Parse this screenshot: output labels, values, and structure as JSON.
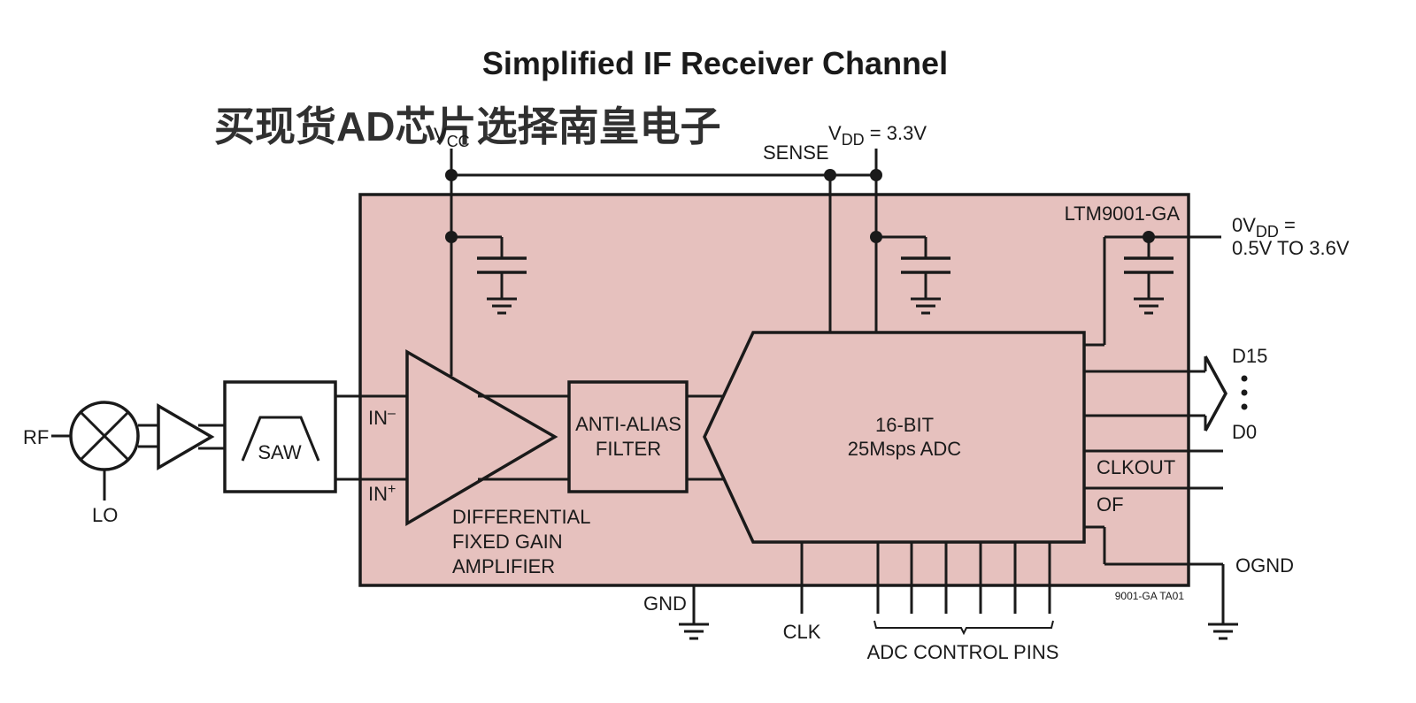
{
  "title": "Simplified IF Receiver Channel",
  "watermark": "买现货AD芯片选择南皇电子",
  "colors": {
    "module_fill": "#e6c1be",
    "watermark": "#f47c7c",
    "ink": "#1a1a1a",
    "background": "#ffffff"
  },
  "labels": {
    "vcc": {
      "main": "V",
      "sub": "CC"
    },
    "vdd": {
      "main": "V",
      "sub": "DD",
      "rest": " = 3.3V"
    },
    "sense": "SENSE",
    "ovdd": {
      "pre": "0V",
      "sub": "DD",
      "post": " =",
      "line2": "0.5V TO 3.6V"
    },
    "module_name": "LTM9001-GA",
    "rf": "RF",
    "lo": "LO",
    "saw": "SAW",
    "in_minus": {
      "main": "IN",
      "sup": "–"
    },
    "in_plus": {
      "main": "IN",
      "sup": "+"
    },
    "amplifier": [
      "DIFFERENTIAL",
      "FIXED GAIN",
      "AMPLIFIER"
    ],
    "filter": [
      "ANTI-ALIAS",
      "FILTER"
    ],
    "adc": [
      "16-BIT",
      "25Msps ADC"
    ],
    "d15": "D15",
    "d0": "D0",
    "clkout": "CLKOUT",
    "of": "OF",
    "ognd": "OGND",
    "gnd": "GND",
    "clk": "CLK",
    "adc_control_pins": "ADC CONTROL PINS",
    "figure_id": "9001-GA TA01"
  }
}
